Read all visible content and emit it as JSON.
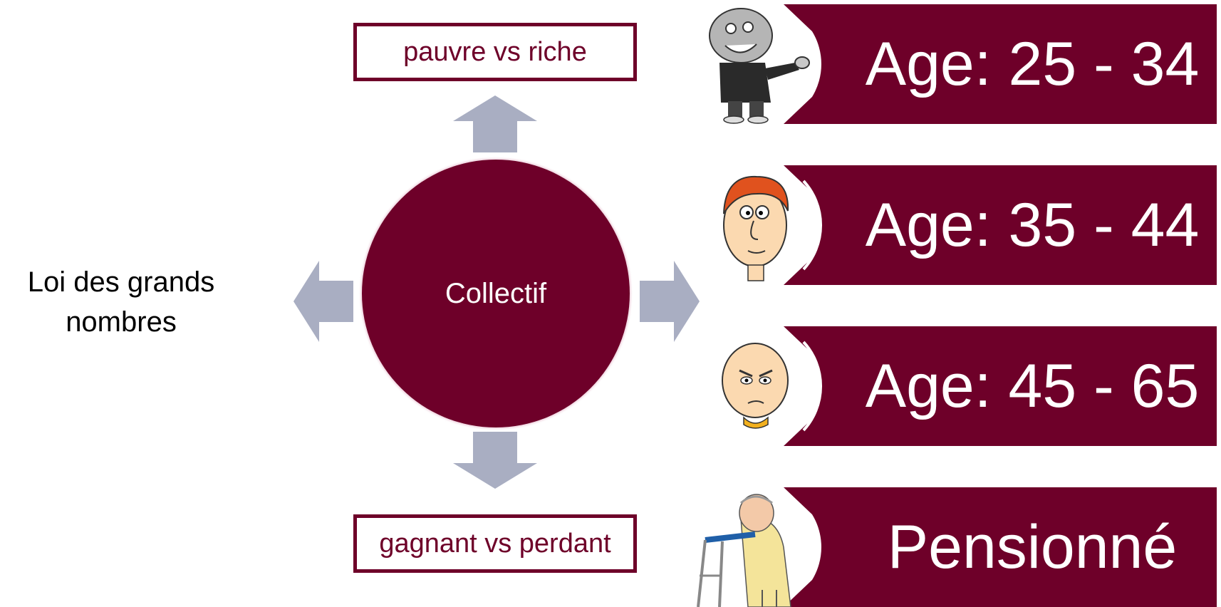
{
  "diagram": {
    "center": "Collectif",
    "top_box": "pauvre vs riche",
    "bottom_box": "gagnant vs perdant",
    "left_label": [
      "Loi des grands",
      "nombres"
    ]
  },
  "age_groups": [
    {
      "label": "Age: 25 - 34",
      "avatar": "waving-kid-icon"
    },
    {
      "label": "Age: 35 - 44",
      "avatar": "redhead-man-icon"
    },
    {
      "label": "Age: 45 - 65",
      "avatar": "bald-man-icon"
    },
    {
      "label": "Pensionné",
      "avatar": "elderly-walker-icon"
    }
  ],
  "colors": {
    "accent": "#6e0029",
    "arrow": "#a9aec2"
  }
}
